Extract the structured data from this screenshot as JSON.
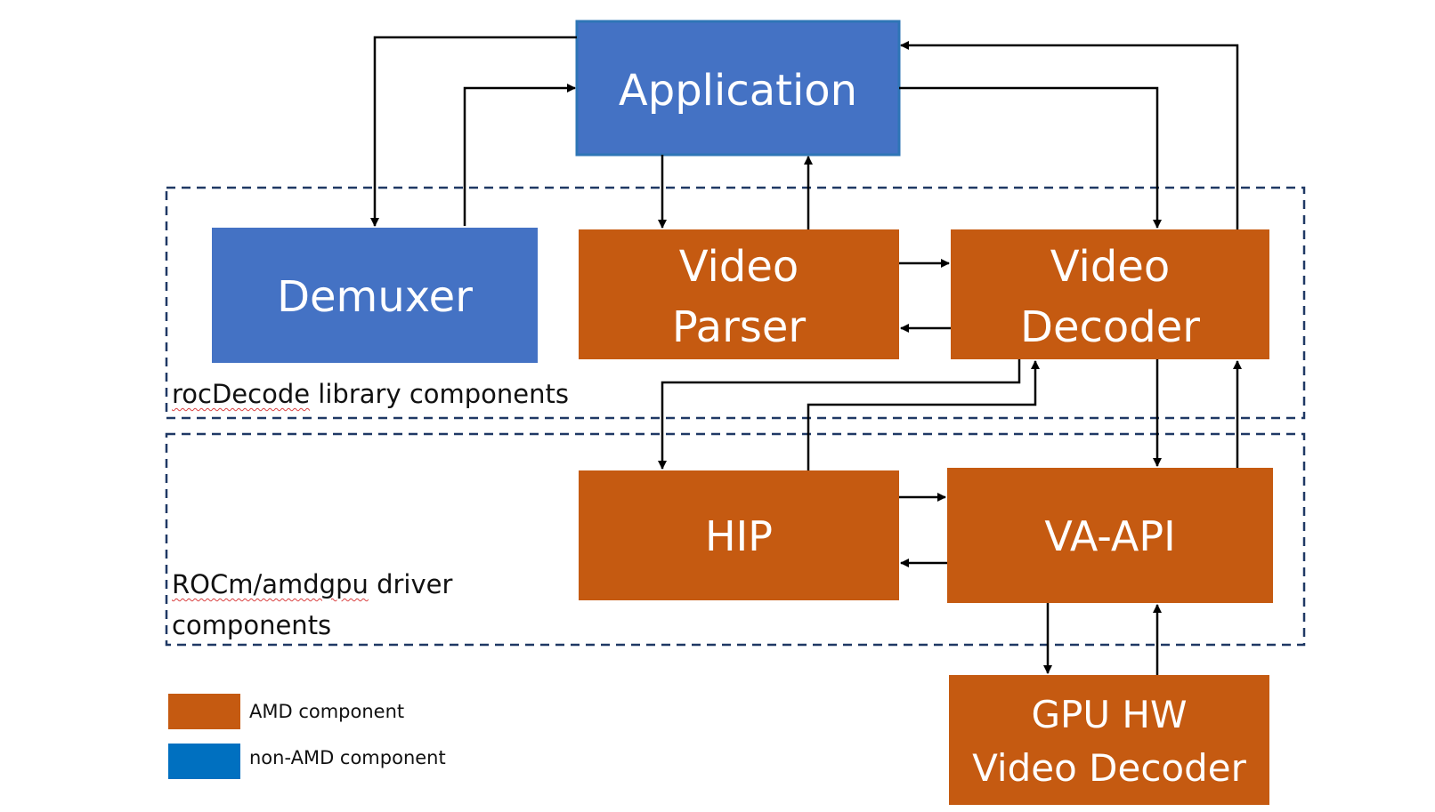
{
  "colors": {
    "amd": "#C55A11",
    "non_amd_box": "#4472C4",
    "non_amd_legend": "#0070C0",
    "box_border_app": "#2E75B6",
    "arrow": "#000000",
    "region_border": "#1F3864",
    "text_on_box": "#FFFFFF"
  },
  "boxes": {
    "application": {
      "lines": [
        "Application"
      ]
    },
    "demuxer": {
      "lines": [
        "Demuxer"
      ]
    },
    "video_parser": {
      "lines": [
        "Video",
        "Parser"
      ]
    },
    "video_decoder": {
      "lines": [
        "Video",
        "Decoder"
      ]
    },
    "hip": {
      "lines": [
        "HIP"
      ]
    },
    "va_api": {
      "lines": [
        "VA-API"
      ]
    },
    "gpu_hw": {
      "lines": [
        "GPU HW",
        "Video Decoder"
      ]
    }
  },
  "regions": {
    "library": {
      "word1": "rocDecode",
      "rest": " library components"
    },
    "driver": {
      "word1": "ROCm/amdgpu",
      "rest": " driver",
      "line2": "components"
    }
  },
  "legend": {
    "amd_label": "AMD component",
    "non_amd_label": "non-AMD component"
  }
}
